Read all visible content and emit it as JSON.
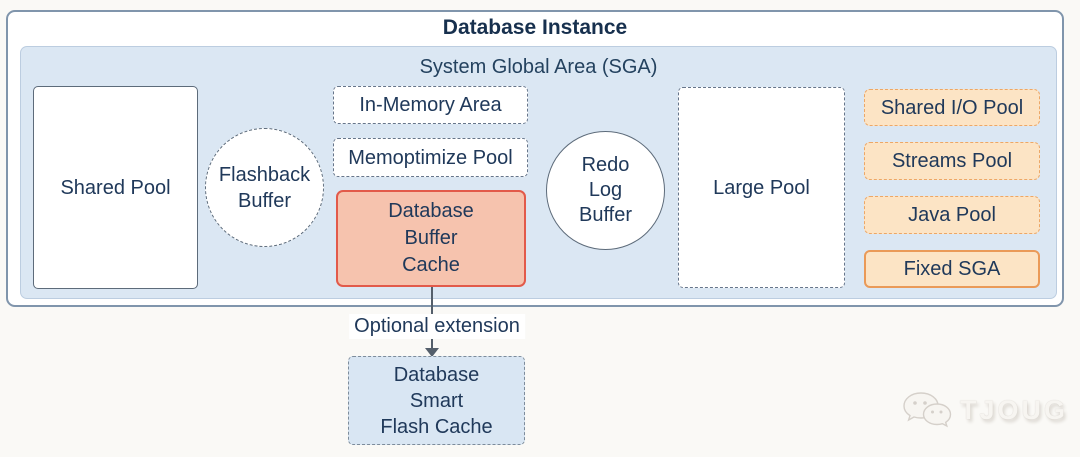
{
  "title": "Database Instance",
  "sga": {
    "title": "System Global Area (SGA)",
    "shared_pool": "Shared Pool",
    "flashback_buffer": "Flashback\nBuffer",
    "in_memory_area": "In-Memory Area",
    "memoptimize_pool": "Memoptimize Pool",
    "database_buffer_cache": "Database\nBuffer\nCache",
    "redo_log_buffer": "Redo\nLog\nBuffer",
    "large_pool": "Large Pool",
    "shared_io_pool": "Shared I/O Pool",
    "streams_pool": "Streams Pool",
    "java_pool": "Java Pool",
    "fixed_sga": "Fixed SGA"
  },
  "extension": {
    "label": "Optional extension",
    "flash_cache": "Database\nSmart\nFlash Cache"
  },
  "watermark": {
    "text": "TJOUG"
  },
  "colors": {
    "page_bg": "#faf9f6",
    "outer_border": "#8095ac",
    "sga_fill": "#dbe7f3",
    "buffer_cache_fill": "#f6c3ae",
    "buffer_cache_border": "#e25a4a",
    "pool_fill": "#fce4c5",
    "pool_border": "#eda766",
    "flash_cache_fill": "#d9e6f3",
    "text": "#20395a"
  }
}
